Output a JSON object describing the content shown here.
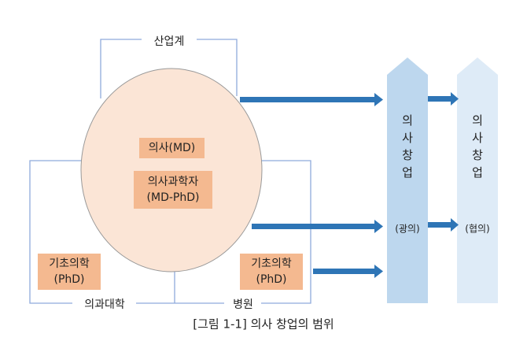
{
  "labels": {
    "industry": "산업계",
    "medical_school": "의과대학",
    "hospital": "병원"
  },
  "center": {
    "doctor": "의사(MD)",
    "physician_scientist_line1": "의사과학자",
    "physician_scientist_line2": "(MD-PhD)"
  },
  "basic_medicine_left": {
    "line1": "기초의학",
    "line2": "(PhD)"
  },
  "basic_medicine_right": {
    "line1": "기초의학",
    "line2": "(PhD)"
  },
  "columns": [
    {
      "title": "의사창업",
      "sub": "(광의)",
      "color": "#bdd7ee"
    },
    {
      "title": "의사창업",
      "sub": "(협의)",
      "color": "#deebf7"
    }
  ],
  "caption": "[그림 1-1] 의사 창업의 범위",
  "colors": {
    "ellipse": "#fbe5d6",
    "box": "#f4b990",
    "arrow": "#2e75b6",
    "bracket": "#8faadc"
  }
}
